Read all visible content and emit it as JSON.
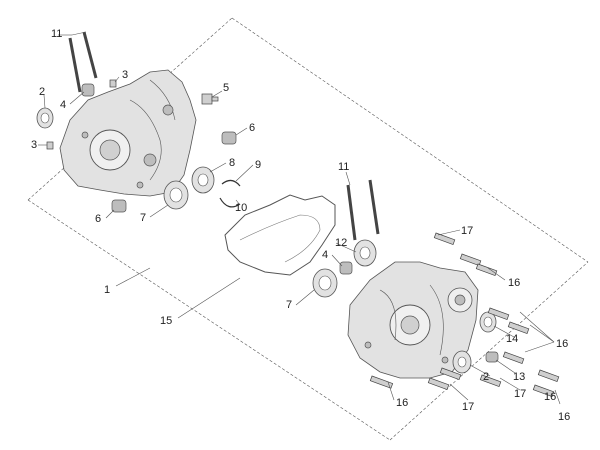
{
  "labels": {
    "l1": "1",
    "l2a": "2",
    "l2b": "2",
    "l3a": "3",
    "l3b": "3",
    "l4a": "4",
    "l4b": "4",
    "l5": "5",
    "l6a": "6",
    "l6b": "6",
    "l7a": "7",
    "l7b": "7",
    "l8": "8",
    "l9": "9",
    "l10": "10",
    "l11a": "11",
    "l11b": "11",
    "l12": "12",
    "l13": "13",
    "l14": "14",
    "l15": "15",
    "l16a": "16",
    "l16b": "16",
    "l16c": "16",
    "l16d": "16",
    "l17a": "17",
    "l17b": "17",
    "l17c": "17"
  }
}
